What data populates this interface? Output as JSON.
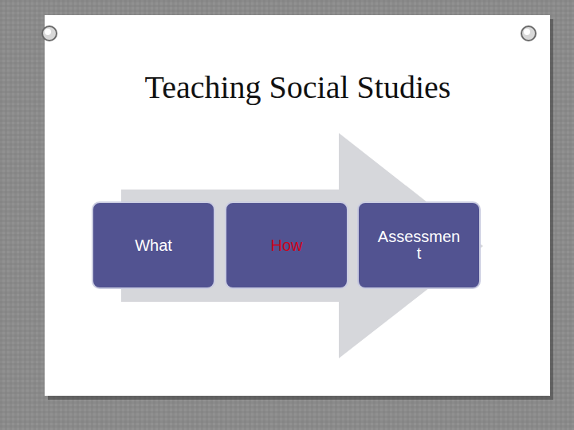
{
  "diagram": {
    "title": "Teaching Social Studies",
    "nodes": [
      {
        "text": [
          "What"
        ]
      },
      {
        "text": [
          "How"
        ]
      },
      {
        "text": [
          "Assessmen t"
        ]
      }
    ]
  }
}
